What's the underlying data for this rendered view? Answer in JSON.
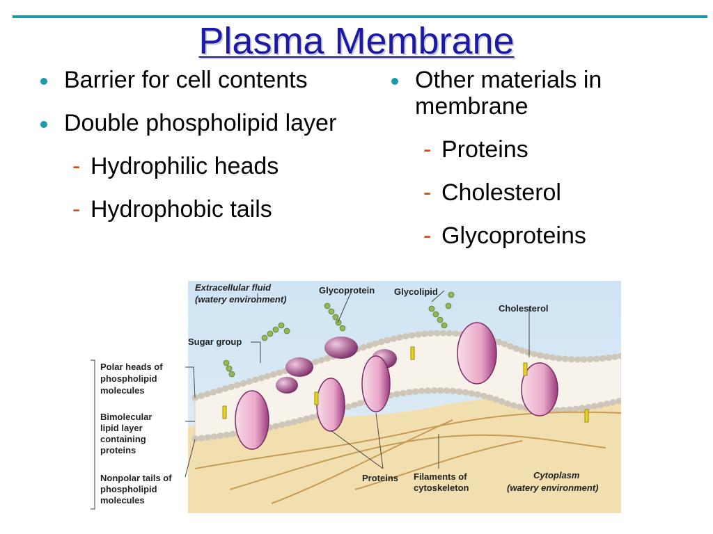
{
  "slide": {
    "title": "Plasma Membrane",
    "left_column": {
      "bullets": [
        {
          "text": "Barrier for cell contents"
        },
        {
          "text": "Double phospholipid layer",
          "subitems": [
            "Hydrophilic heads",
            "Hydrophobic tails"
          ]
        }
      ]
    },
    "right_column": {
      "bullets": [
        {
          "text": "Other materials in membrane",
          "subitems": [
            "Proteins",
            "Cholesterol",
            "Glycoproteins"
          ]
        }
      ]
    },
    "sub_marker": "-"
  },
  "figure": {
    "labels": {
      "extracellular_1": "Extracellular fluid",
      "extracellular_2": "(watery environment)",
      "glycoprotein": "Glycoprotein",
      "glycolipid": "Glycolipid",
      "cholesterol": "Cholesterol",
      "sugar_group": "Sugar group",
      "polar_heads_1": "Polar heads of",
      "polar_heads_2": "phospholipid",
      "polar_heads_3": "molecules",
      "bimolecular_1": "Bimolecular",
      "bimolecular_2": "lipid layer",
      "bimolecular_3": "containing",
      "bimolecular_4": "proteins",
      "nonpolar_1": "Nonpolar tails of",
      "nonpolar_2": "phospholipid",
      "nonpolar_3": "molecules",
      "proteins": "Proteins",
      "filaments_1": "Filaments of",
      "filaments_2": "cytoskeleton",
      "cytoplasm_1": "Cytoplasm",
      "cytoplasm_2": "(watery environment)"
    },
    "colors": {
      "accent_rule": "#1b9aa8",
      "title": "#1a1aa6",
      "dash": "#d14b14",
      "extracellular_bg": "#d6e8f4",
      "cytoplasm_bg": "#f2dfb0",
      "protein": "#f2c8dc",
      "protein_dark": "#8a2e72",
      "sugar": "#8fb85a",
      "cholesterol": "#e6d21c",
      "lipid_head": "#f0eeea"
    }
  }
}
